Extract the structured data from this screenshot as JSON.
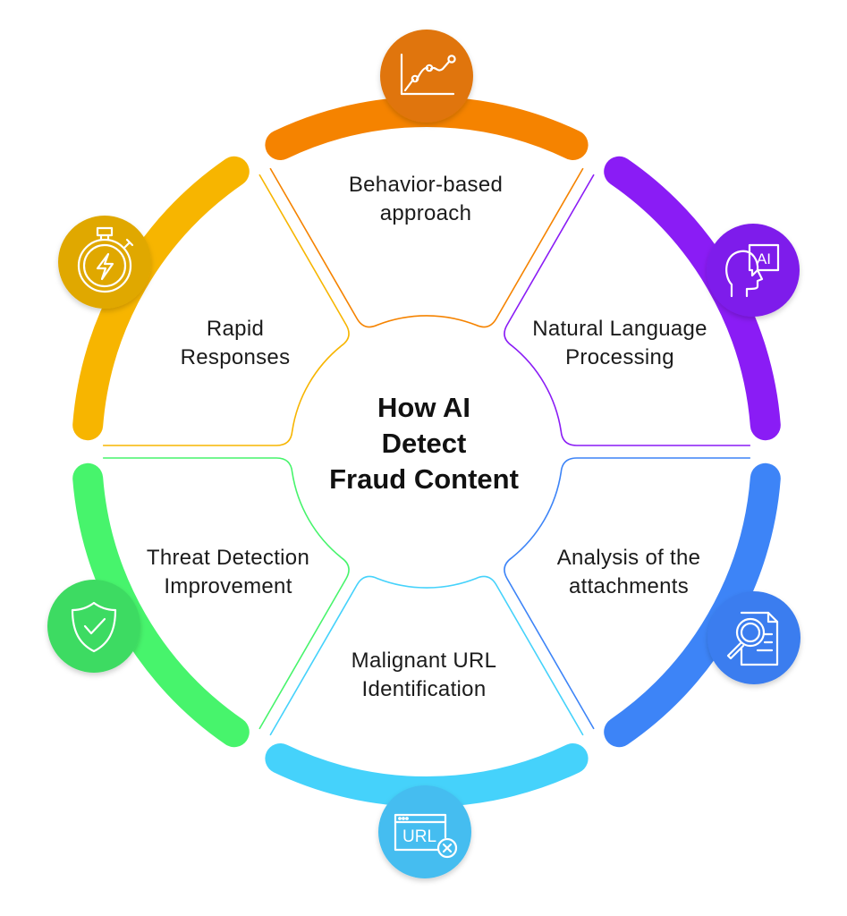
{
  "title": {
    "lines": [
      "How AI",
      "Detect",
      "Fraud Content"
    ]
  },
  "segments": [
    {
      "id": "behavior",
      "lines": [
        "Behavior-based",
        "approach"
      ],
      "color": "#F58300",
      "icon_color": "#E07508",
      "icon": "line-chart-icon"
    },
    {
      "id": "nlp",
      "lines": [
        "Natural Language",
        "Processing"
      ],
      "color": "#8A1CF5",
      "icon_color": "#7E1EEB",
      "icon": "head-ai-chat-icon",
      "icon_text": "AI"
    },
    {
      "id": "attachments",
      "lines": [
        "Analysis of the",
        "attachments"
      ],
      "color": "#3D84F7",
      "icon_color": "#3A7DEF",
      "icon": "document-search-icon"
    },
    {
      "id": "url",
      "lines": [
        "Malignant URL",
        "Identification"
      ],
      "color": "#45D2FB",
      "icon_color": "#44BDF0",
      "icon": "url-blocked-icon",
      "icon_text": "URL"
    },
    {
      "id": "threat",
      "lines": [
        "Threat Detection",
        "Improvement"
      ],
      "color": "#47F46C",
      "icon_color": "#3EDB62",
      "icon": "shield-check-icon"
    },
    {
      "id": "rapid",
      "lines": [
        "Rapid",
        "Responses"
      ],
      "color": "#F7B500",
      "icon_color": "#E0A800",
      "icon": "stopwatch-lightning-icon"
    }
  ]
}
